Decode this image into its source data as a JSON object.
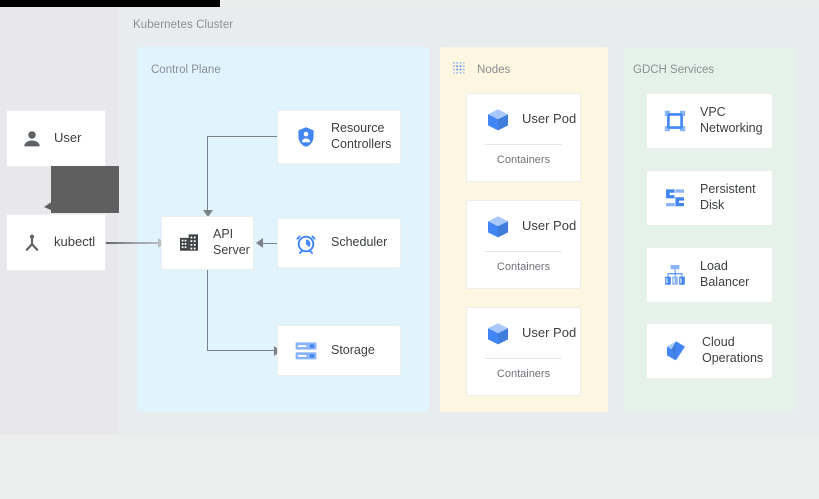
{
  "diagram": {
    "title": "Kubernetes Cluster",
    "actors": [
      {
        "label": "User",
        "icon": "person-icon"
      },
      {
        "label": "kubectl",
        "icon": "kubectl-icon"
      }
    ],
    "groups": {
      "control_plane": {
        "title": "Control Plane",
        "bg": "#e1f4fd",
        "nodes": [
          {
            "label": "Resource\nControllers",
            "icon": "shield-person-icon"
          },
          {
            "label": "API\nServer",
            "icon": "building-icon"
          },
          {
            "label": "Scheduler",
            "icon": "alarm-clock-icon"
          },
          {
            "label": "Storage",
            "icon": "server-rack-icon"
          }
        ]
      },
      "nodes": {
        "title": "Nodes",
        "title_icon": "dotted-grid-icon",
        "bg": "#fdf6e0",
        "pods": [
          {
            "label": "User Pod",
            "icon": "cube-icon",
            "sub": "Containers"
          },
          {
            "label": "User Pod",
            "icon": "cube-icon",
            "sub": "Containers"
          },
          {
            "label": "User Pod",
            "icon": "cube-icon",
            "sub": "Containers"
          }
        ]
      },
      "gdch_services": {
        "title": "GDCH Services",
        "bg": "#e4f2e9",
        "services": [
          {
            "label": "VPC\nNetworking",
            "icon": "vpc-network-icon"
          },
          {
            "label": "Persistent\nDisk",
            "icon": "persistent-disk-icon"
          },
          {
            "label": "Load\nBalancer",
            "icon": "load-balancer-icon"
          },
          {
            "label": "Cloud\nOperations",
            "icon": "cloud-operations-icon"
          }
        ]
      }
    },
    "colors": {
      "accent_blue": "#4285f4",
      "light_blue": "#8ab4f8",
      "icon_dark": "#3c4043",
      "line_gray": "#7b8287",
      "text_muted": "#8b8f94",
      "page_bg": "#eceded",
      "tooltip_bg": "#5f5f5f"
    }
  }
}
